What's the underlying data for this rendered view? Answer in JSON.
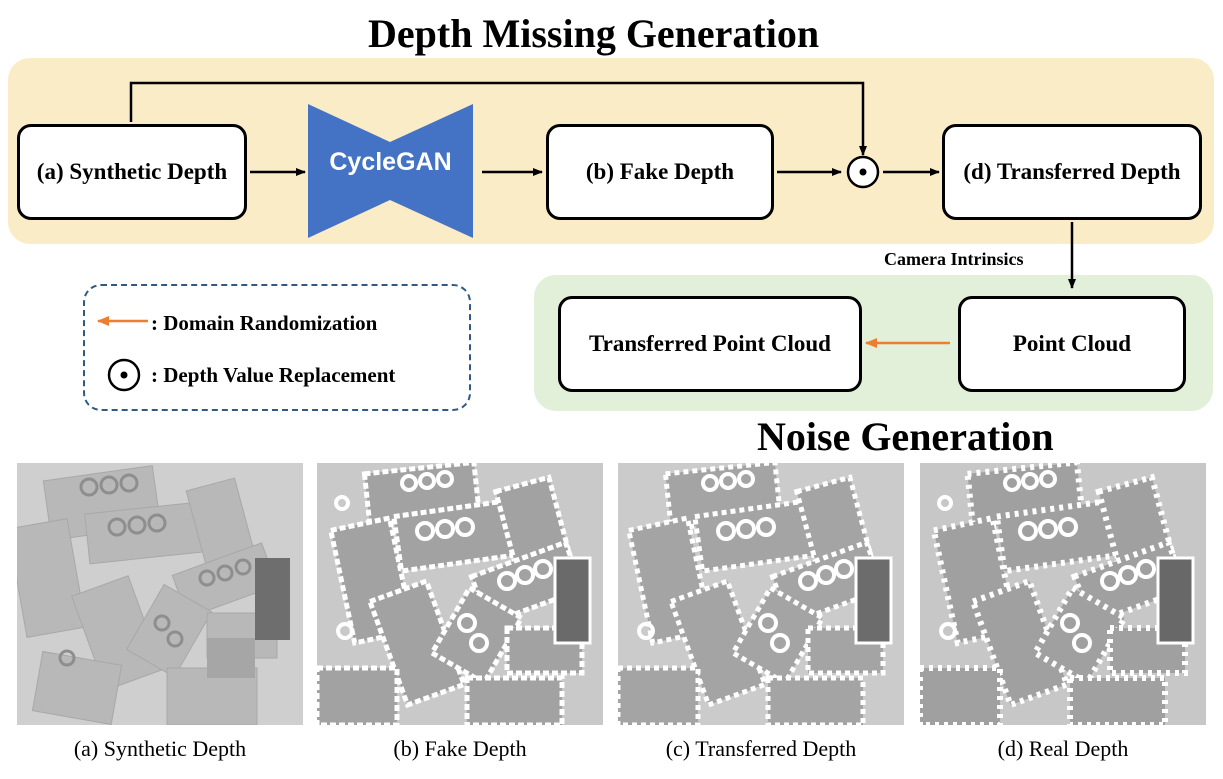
{
  "diagram": {
    "title_top": "Depth Missing  Generation",
    "title_noise": "Noise  Generation",
    "nodes": {
      "synthetic_depth": "(a) Synthetic Depth",
      "cyclegan": "CycleGAN",
      "fake_depth": "(b) Fake Depth",
      "transferred_depth": "(d) Transferred Depth",
      "point_cloud": "Point Cloud",
      "transferred_point_cloud": "Transferred Point Cloud"
    },
    "edge_label_camera": "Camera Intrinsics",
    "legend": {
      "domain_randomization": ": Domain Randomization",
      "depth_value_replacement": ": Depth Value Replacement"
    },
    "colors": {
      "top_panel": "#fbecc8",
      "noise_panel": "#e2efd9",
      "cyclegan": "#4472c4",
      "orange_arrow": "#ed7d31",
      "legend_border": "#2f5a86"
    }
  },
  "captions": [
    "(a) Synthetic Depth",
    "(b) Fake Depth",
    "(c) Transferred Depth",
    "(d) Real Depth"
  ]
}
